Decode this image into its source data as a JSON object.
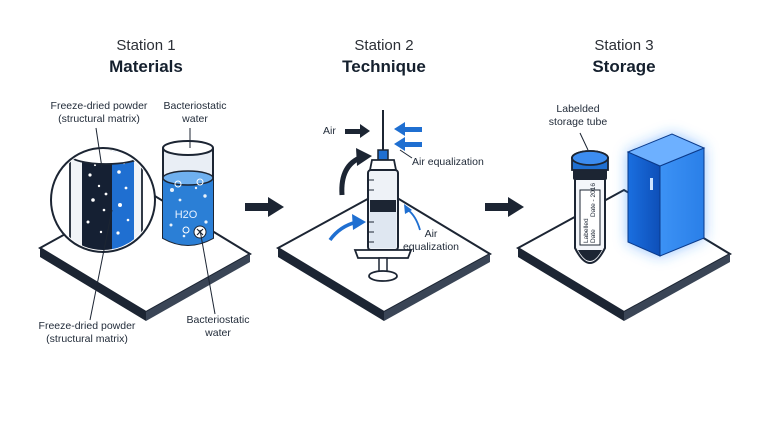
{
  "stations": [
    {
      "number": "Station 1",
      "title": "Materials",
      "labels": {
        "powder_top": [
          "Freeze-dried powder",
          "(structural matrix)"
        ],
        "water_top": [
          "Bacteriostatic",
          "water"
        ],
        "powder_bottom": [
          "Freeze-dried powder",
          "(structural matrix)"
        ],
        "water_bottom": [
          "Bacteriostatic",
          "water"
        ],
        "beaker_formula": "H2O"
      }
    },
    {
      "number": "Station 2",
      "title": "Technique",
      "labels": {
        "air": "Air",
        "air_equalization_top": "Air equalization",
        "air_equalization_bottom": [
          "Air",
          "equalization"
        ]
      }
    },
    {
      "number": "Station 3",
      "title": "Storage",
      "labels": {
        "tube_callout": [
          "Labelded",
          "storage tube"
        ],
        "tube_label_lines": [
          "Labelled",
          "Date",
          "Date - 2016"
        ]
      }
    }
  ],
  "colors": {
    "outline": "#1c2533",
    "accent_blue": "#1f6fd1",
    "water_blue": "#2b7fd6",
    "glow_blue": "#2f8cff",
    "arrow_dark": "#1c2533"
  }
}
